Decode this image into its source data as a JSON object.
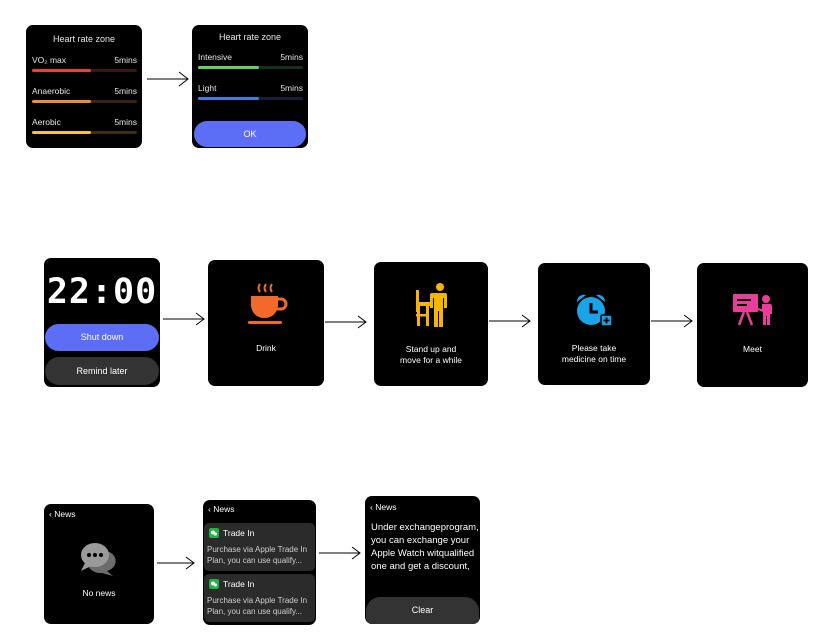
{
  "heart_rate_1": {
    "title": "Heart rate zone",
    "zones": [
      {
        "label": "VO₂ max",
        "value": "5mins",
        "color": "#e8413c",
        "fill": 0.45
      },
      {
        "label": "Anaerobic",
        "value": "5mins",
        "color": "#f08a38",
        "fill": 0.45
      },
      {
        "label": "Aerobic",
        "value": "5mins",
        "color": "#f4c23c",
        "fill": 0.45
      }
    ]
  },
  "heart_rate_2": {
    "title": "Heart rate zone",
    "zones": [
      {
        "label": "Intensive",
        "value": "5mins",
        "color": "#5fd35a",
        "fill": 0.58
      },
      {
        "label": "Light",
        "value": "5mins",
        "color": "#3d7de0",
        "fill": 0.58
      }
    ],
    "ok_label": "OK"
  },
  "reminder": {
    "time": "22:00",
    "shutdown_label": "Shut down",
    "remind_later_label": "Remind later"
  },
  "drink": {
    "caption": "Drink",
    "icon": "coffee-cup-icon",
    "color": "#f26a2a"
  },
  "stand": {
    "caption_line1": "Stand up and",
    "caption_line2": "move for a while",
    "icon": "person-standing-icon",
    "color": "#f7b500"
  },
  "medicine": {
    "caption_line1": "Please take",
    "caption_line2": "medicine on time",
    "icon": "alarm-clock-icon",
    "color": "#1aa3e8"
  },
  "meet": {
    "caption": "Meet",
    "icon": "presentation-icon",
    "color": "#e83e9a"
  },
  "news_empty": {
    "back_label": "News",
    "empty_label": "No news"
  },
  "news_list": {
    "back_label": "News",
    "items": [
      {
        "title": "Trade In",
        "line1": "Purchase via Apple Trade In",
        "line2": "Plan, you can use qualify..."
      },
      {
        "title": "Trade In",
        "line1": "Purchase via Apple Trade In",
        "line2": "Plan, you can use qualify..."
      }
    ]
  },
  "news_detail": {
    "back_label": "News",
    "lines": [
      "Under exchangeprogram,",
      "you can exchange your",
      "Apple Watch witqualified",
      "one and get a discount,"
    ],
    "clear_label": "Clear"
  },
  "colors": {
    "accent_button": "#5b6ef5",
    "dark_button": "#333333",
    "app_green": "#1fb141"
  }
}
